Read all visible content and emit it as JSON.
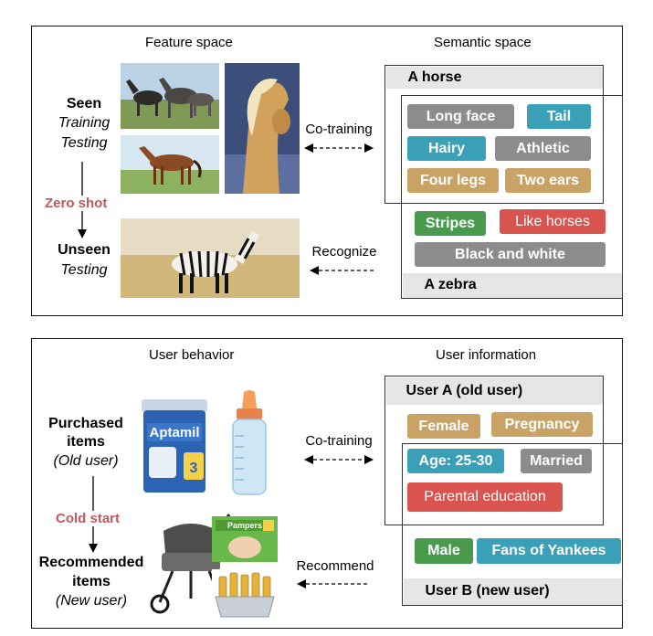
{
  "top": {
    "feature_space": "Feature space",
    "semantic_space": "Semantic space",
    "seen": "Seen",
    "training": "Training",
    "testing": "Testing",
    "zero_shot": "Zero shot",
    "unseen": "Unseen",
    "unseen_testing": "Testing",
    "co_training": "Co-training",
    "recognize": "Recognize",
    "a_horse": "A horse",
    "a_zebra": "A zebra",
    "tags": {
      "long_face": "Long face",
      "tail": "Tail",
      "hairy": "Hairy",
      "athletic": "Athletic",
      "four_legs": "Four legs",
      "two_ears": "Two ears",
      "stripes": "Stripes",
      "like_horses": "Like horses",
      "black_white": "Black and white"
    }
  },
  "bottom": {
    "user_behavior": "User behavior",
    "user_information": "User information",
    "purchased": "Purchased",
    "items": "items",
    "old_user": "(Old user)",
    "cold_start": "Cold start",
    "recommended": "Recommended",
    "items2": "items",
    "new_user": "(New user)",
    "co_training": "Co-training",
    "recommend": "Recommend",
    "user_a": "User A (old user)",
    "user_b": "User B (new user)",
    "tags": {
      "female": "Female",
      "pregnancy": "Pregnancy",
      "age": "Age: 25-30",
      "married": "Married",
      "parental": "Parental education",
      "male": "Male",
      "yankees": "Fans of Yankees"
    },
    "product_labels": {
      "aptamil": "Aptamil",
      "pampers": "Pampers"
    }
  },
  "colors": {
    "gray": "#8c8c8c",
    "teal": "#3aa0b8",
    "tan": "#c9a366",
    "green": "#4a9a4e",
    "red": "#d9534f",
    "header_gray": "#e6e6e6",
    "accent_red_text": "#c0595b"
  }
}
